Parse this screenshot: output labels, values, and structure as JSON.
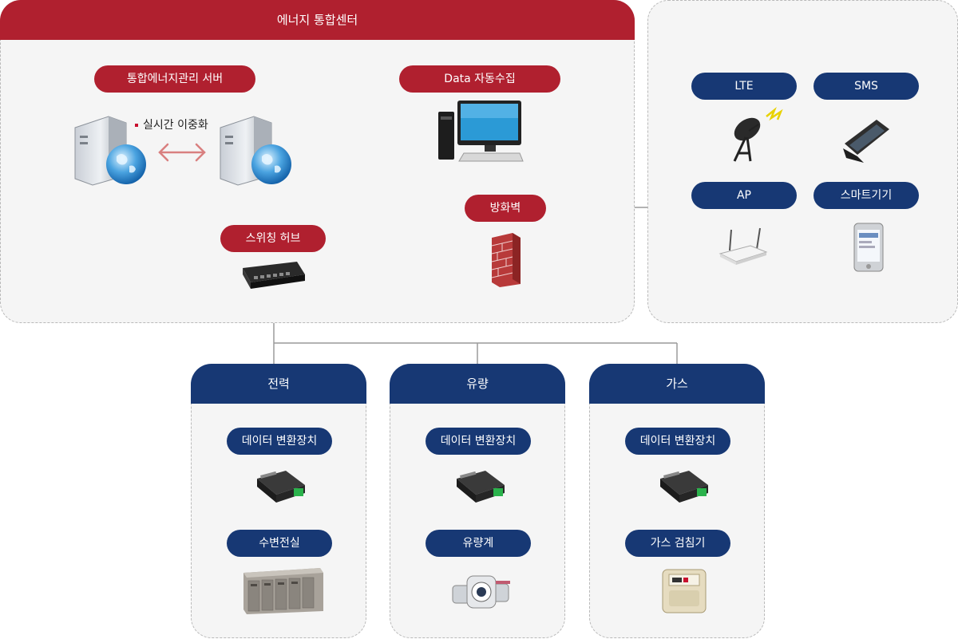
{
  "colors": {
    "red": "#b0202f",
    "navy": "#173874",
    "panel_bg": "#f5f5f5",
    "line": "#9a9a9a",
    "arrow": "#d98080"
  },
  "center": {
    "title": "에너지 통합센터",
    "server_label": "통합에너지관리 서버",
    "sync_label": "실시간 이중화",
    "data_label": "Data 자동수집",
    "switch_label": "스위칭 허브",
    "firewall_label": "방화벽",
    "icons": [
      "server-icon",
      "globe-icon",
      "desktop-computer-icon",
      "network-switch-icon",
      "firewall-icon",
      "bidirectional-arrow-icon"
    ]
  },
  "comm": {
    "items": [
      {
        "label": "LTE",
        "icon": "satellite-dish-icon"
      },
      {
        "label": "SMS",
        "icon": "flip-phone-icon"
      },
      {
        "label": "AP",
        "icon": "wifi-router-icon"
      },
      {
        "label": "스마트기기",
        "icon": "smartphone-icon"
      }
    ]
  },
  "sites": [
    {
      "title": "전력",
      "converter_label": "데이터 변환장치",
      "device_label": "수변전실",
      "device_icon": "switchgear-panel-icon"
    },
    {
      "title": "유량",
      "converter_label": "데이터 변환장치",
      "device_label": "유량계",
      "device_icon": "flow-meter-icon"
    },
    {
      "title": "가스",
      "converter_label": "데이터 변환장치",
      "device_label": "가스 검침기",
      "device_icon": "gas-meter-icon"
    }
  ]
}
